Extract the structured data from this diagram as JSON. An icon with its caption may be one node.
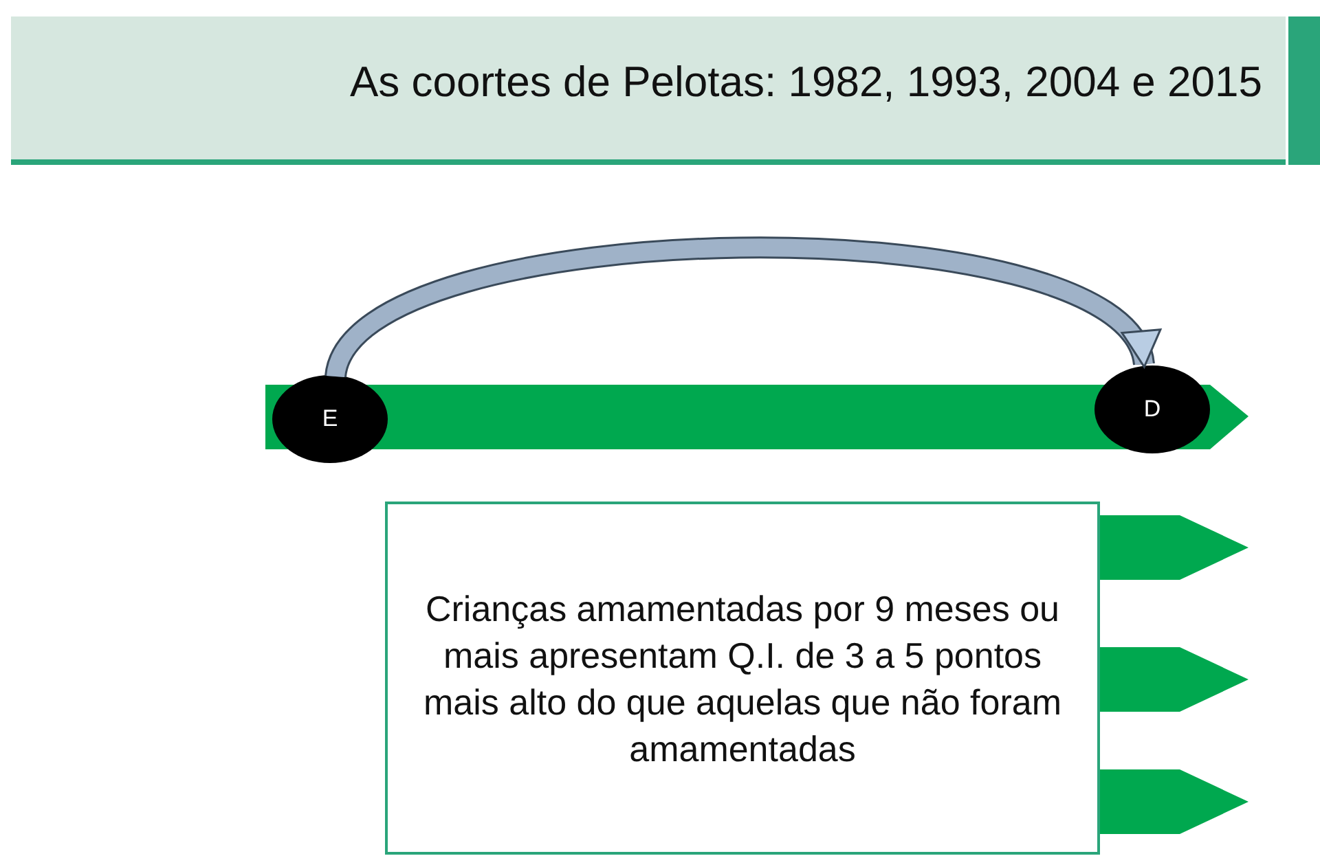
{
  "diagram": {
    "title": "As coortes de Pelotas: 1982, 1993, 2004 e 2015",
    "nodes": [
      {
        "text": [],
        "shape": "bar"
      },
      {
        "text": [
          "E"
        ]
      },
      {
        "text": [
          "D"
        ]
      },
      {
        "text": [
          "Crianças amamentadas por 9 meses ou mais apresentam Q.I.  de 3 a 5 pontos mais alto do que aquelas que não foram amamentadas"
        ]
      }
    ],
    "edges": [
      {
        "from": 1,
        "to": 2,
        "arrow": "to"
      }
    ]
  }
}
